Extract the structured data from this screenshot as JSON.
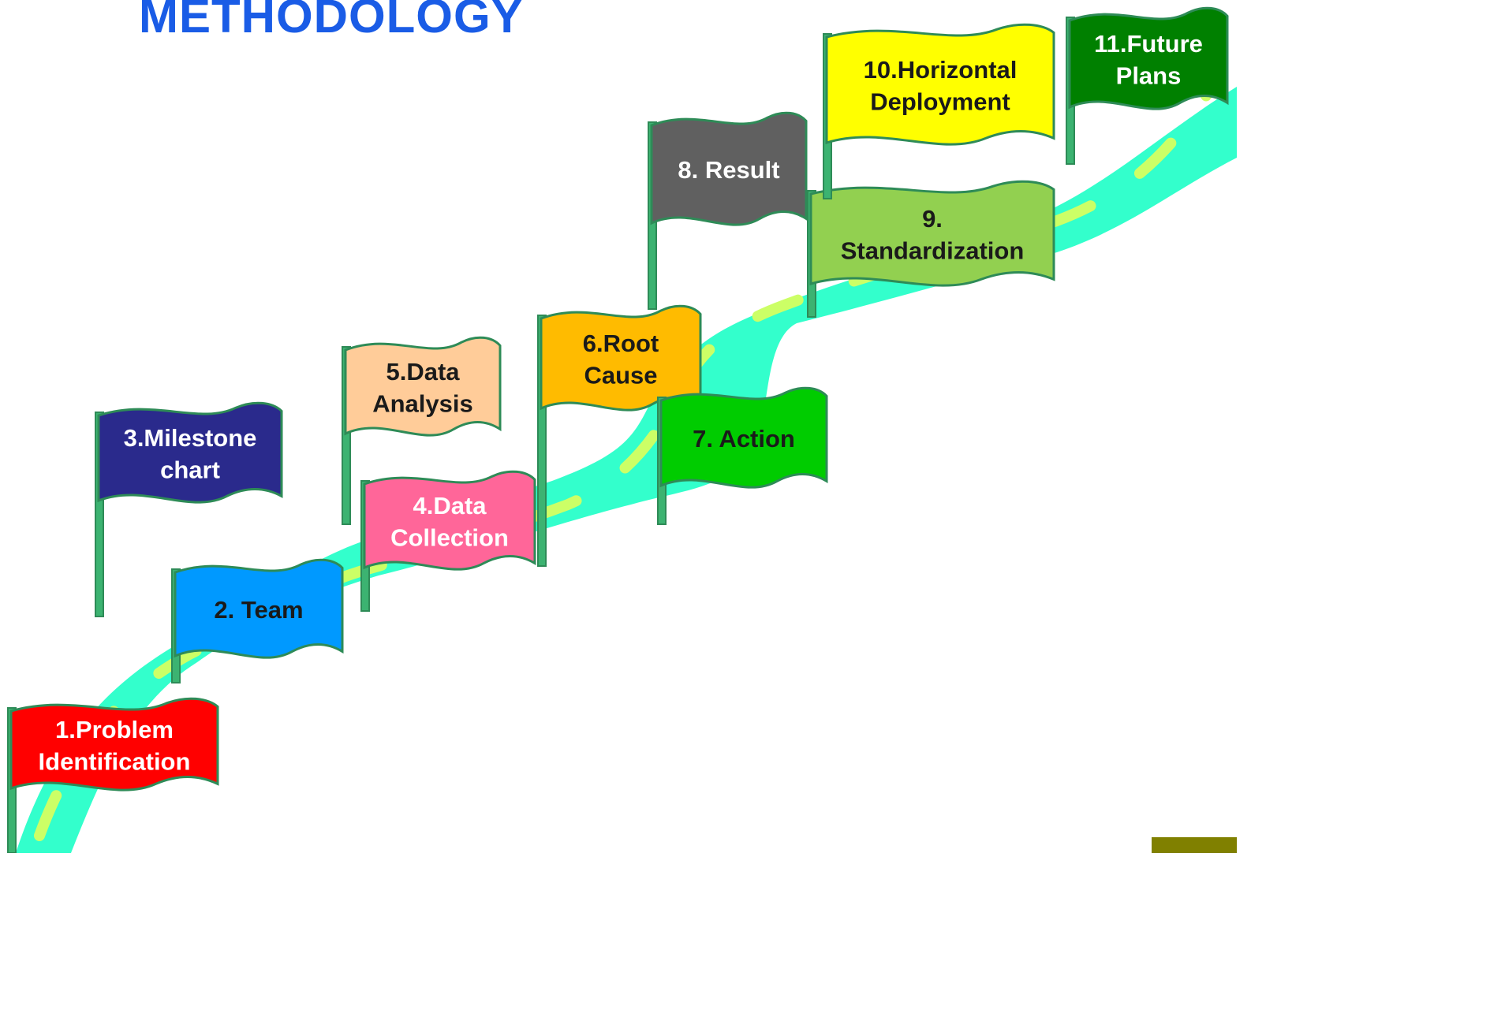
{
  "title": "METHODOLOGY",
  "flags": [
    {
      "id": "problem-identification",
      "lines": [
        "1.Problem",
        "Identification"
      ],
      "color": "#ff0000",
      "text_color": "#ffffff"
    },
    {
      "id": "team",
      "lines": [
        "2. Team"
      ],
      "color": "#0099ff",
      "text_color": "#1a1a1a"
    },
    {
      "id": "milestone-chart",
      "lines": [
        "3.Milestone",
        "chart"
      ],
      "color": "#2a2a8c",
      "text_color": "#ffffff"
    },
    {
      "id": "data-collection",
      "lines": [
        "4.Data",
        "Collection"
      ],
      "color": "#ff6699",
      "text_color": "#ffffff"
    },
    {
      "id": "data-analysis",
      "lines": [
        "5.Data",
        "Analysis"
      ],
      "color": "#ffcc99",
      "text_color": "#1a1a1a"
    },
    {
      "id": "root-cause",
      "lines": [
        "6.Root",
        "Cause"
      ],
      "color": "#ffbb00",
      "text_color": "#1a1a1a"
    },
    {
      "id": "action",
      "lines": [
        "7. Action"
      ],
      "color": "#00cc00",
      "text_color": "#1a1a1a"
    },
    {
      "id": "result",
      "lines": [
        "8. Result"
      ],
      "color": "#606060",
      "text_color": "#ffffff"
    },
    {
      "id": "standardization",
      "lines": [
        "9.",
        "Standardization"
      ],
      "color": "#92d050",
      "text_color": "#1a1a1a"
    },
    {
      "id": "horizontal-deployment",
      "lines": [
        "10.Horizontal",
        "Deployment"
      ],
      "color": "#ffff00",
      "text_color": "#1a1a1a"
    },
    {
      "id": "future-plans",
      "lines": [
        "11.Future",
        "Plans"
      ],
      "color": "#008000",
      "text_color": "#ffffff"
    }
  ],
  "colors": {
    "road": "#33ffcc",
    "road_dash": "#ccff66",
    "pole": "#3cb371",
    "flag_border": "#2e8b57",
    "title": "#1a5ce6",
    "corner_box": "#808000"
  }
}
